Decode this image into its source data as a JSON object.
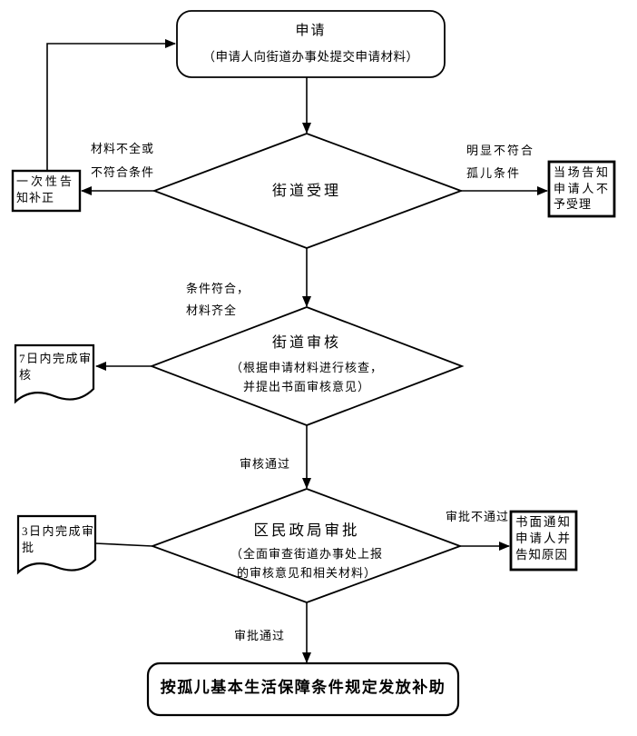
{
  "flowchart": {
    "background": "#ffffff",
    "line_color": "#000000",
    "nodes": {
      "apply_title": "申请",
      "apply_subtitle": "（申请人向街道办事处提交申请材料）",
      "intake_title": "街道受理",
      "correction_box": "一次性告知补正",
      "reject_box": "当场告知申请人不予受理",
      "review_title": "街道审核",
      "review_sub1": "（根据申请材料进行核查，",
      "review_sub2": "并提出书面审核意见）",
      "review_doc": "7日内完成审核",
      "approve_title": "区民政局审批",
      "approve_sub1": "（全面审查街道办事处上报",
      "approve_sub2": "的审核意见和相关材料）",
      "approve_doc": "3日内完成审批",
      "reject_notice_box": "书面通知申请人并告知原因",
      "grant_box": "按孤儿基本生活保障条件规定发放补助"
    },
    "labels": {
      "incomplete_1": "材料不全或",
      "incomplete_2": "不符合条件",
      "mismatch_1": "明显不符合",
      "mismatch_2": "孤儿条件",
      "qualified_1": "条件符合，",
      "qualified_2": "材料齐全",
      "review_pass": "审核通过",
      "approve_fail": "审批不通过",
      "approve_pass": "审批通过"
    }
  }
}
